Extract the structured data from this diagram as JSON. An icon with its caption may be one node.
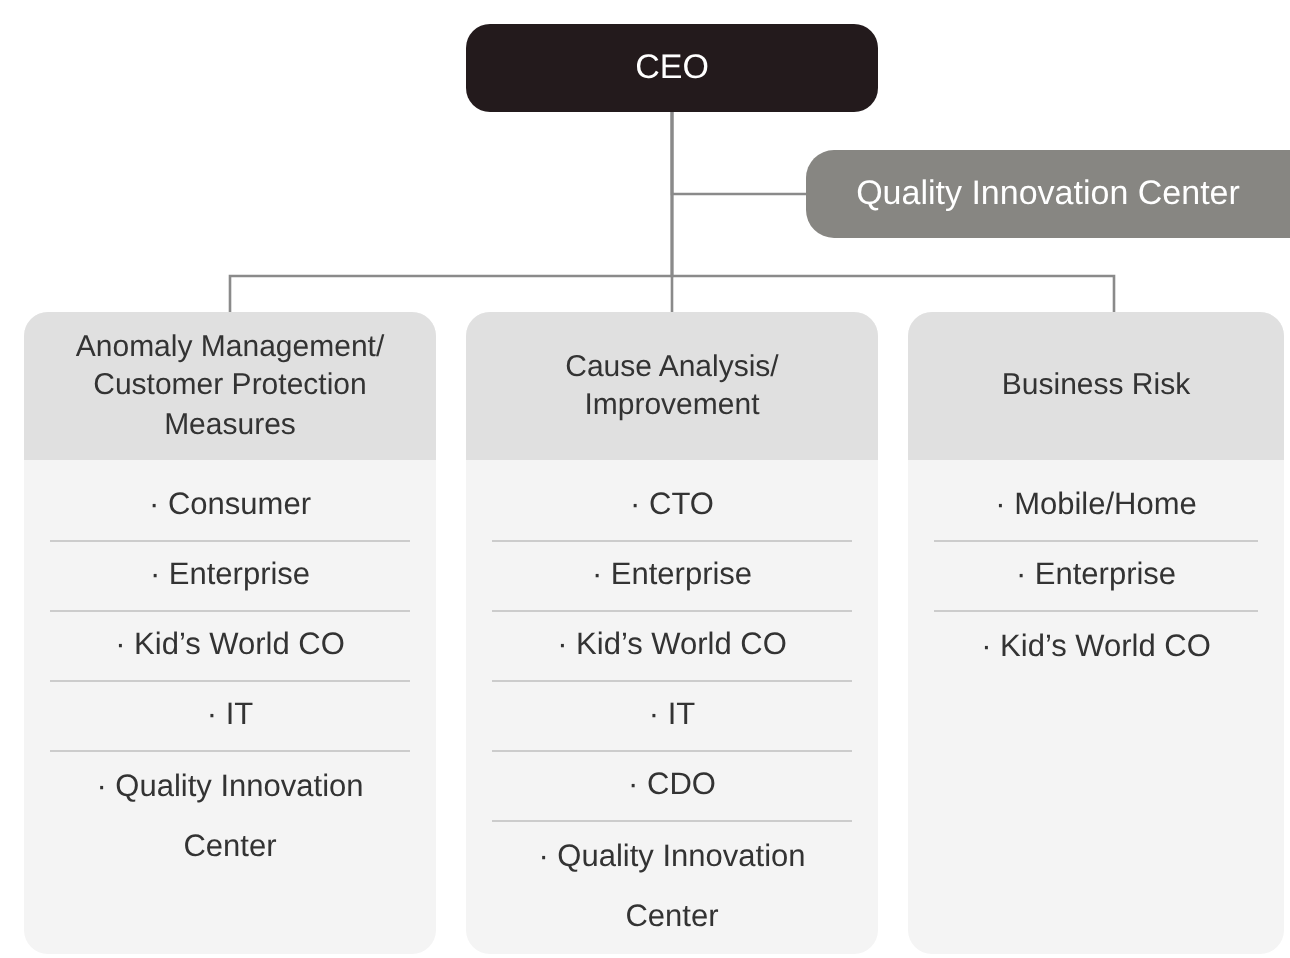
{
  "diagram": {
    "nodes": [
      {
        "text": [
          "CEO"
        ]
      },
      {
        "text": [
          "Quality Innovation Center"
        ]
      },
      {
        "text": [
          "Anomaly Management/ Customer Protection Measures",
          "· Consumer",
          "· Enterprise",
          "· Kid’s World CO",
          "· IT",
          "· Quality Innovation Center"
        ]
      },
      {
        "text": [
          "Cause Analysis/ Improvement",
          "· CTO",
          "· Enterprise",
          "· Kid’s World CO",
          "· IT",
          "· CDO",
          "· Quality Innovation Center"
        ]
      },
      {
        "text": [
          "Business Risk",
          "· Mobile/Home",
          "· Enterprise",
          "· Kid’s World CO"
        ]
      }
    ],
    "edges": [
      {
        "from": 0,
        "to": 1,
        "arrow": "none"
      },
      {
        "from": 0,
        "to": 2,
        "arrow": "none"
      },
      {
        "from": 0,
        "to": 3,
        "arrow": "none"
      },
      {
        "from": 0,
        "to": 4,
        "arrow": "none"
      }
    ]
  }
}
